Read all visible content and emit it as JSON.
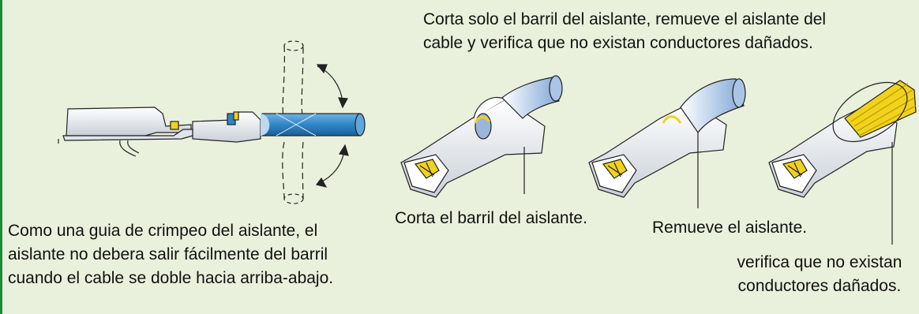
{
  "notes": {
    "top": "Corta solo el barril del aislante, remueve el aislante del cable y verifica que no existan conductores dañados.",
    "crimp_guide": "Como una guia de crimpeo del aislante, el aislante no debera salir fácilmente del barril cuando el cable se doble hacia arriba-abajo."
  },
  "labels": {
    "cut": "Corta el barril del aislante.",
    "remove": "Remueve el aislante.",
    "verify": "verifica que no existan conductores dañados."
  },
  "colors": {
    "background": "#e9f1dc",
    "accent_bar": "#1f8a3c",
    "cable_blue": "#2f86c6",
    "conductor_yellow": "#f2d21b"
  }
}
